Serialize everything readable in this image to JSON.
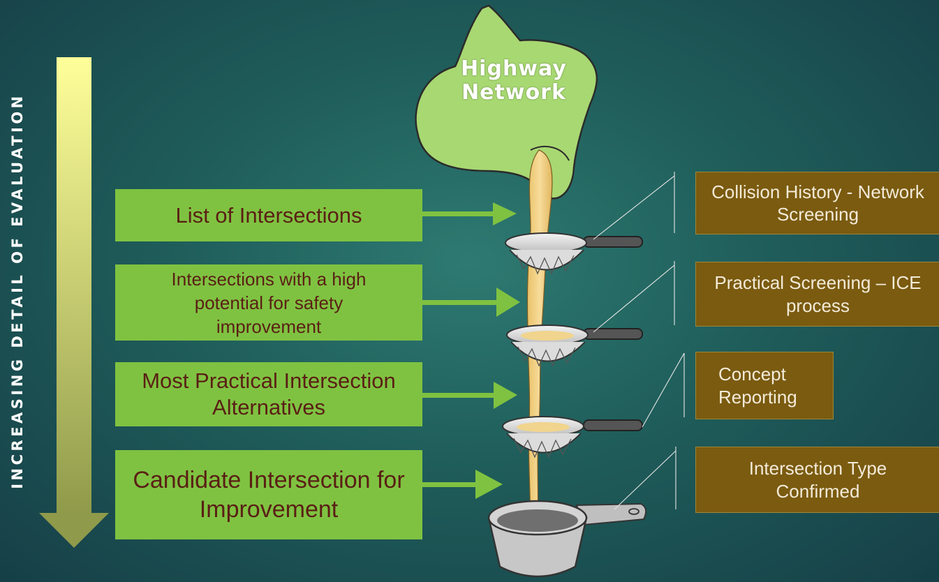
{
  "side_label": "INCREASING DETAIL OF EVALUATION",
  "bag_label_line1": "Highway",
  "bag_label_line2": "Network",
  "stages": [
    {
      "label": "List of Intersections"
    },
    {
      "label": "Intersections with a high potential for safety improvement"
    },
    {
      "label": "Most Practical Intersection Alternatives"
    },
    {
      "label": "Candidate Intersection for Improvement"
    }
  ],
  "processes": [
    {
      "label": "Collision History - Network Screening"
    },
    {
      "label": "Practical Screening – ICE process"
    },
    {
      "label": "Concept Reporting"
    },
    {
      "label": "Intersection Type Confirmed"
    }
  ],
  "colors": {
    "stage_box": "#7fc241",
    "stage_text": "#5a1f14",
    "process_box": "#7a5b10",
    "bag": "#a8d872",
    "flow": "#e8c572"
  }
}
